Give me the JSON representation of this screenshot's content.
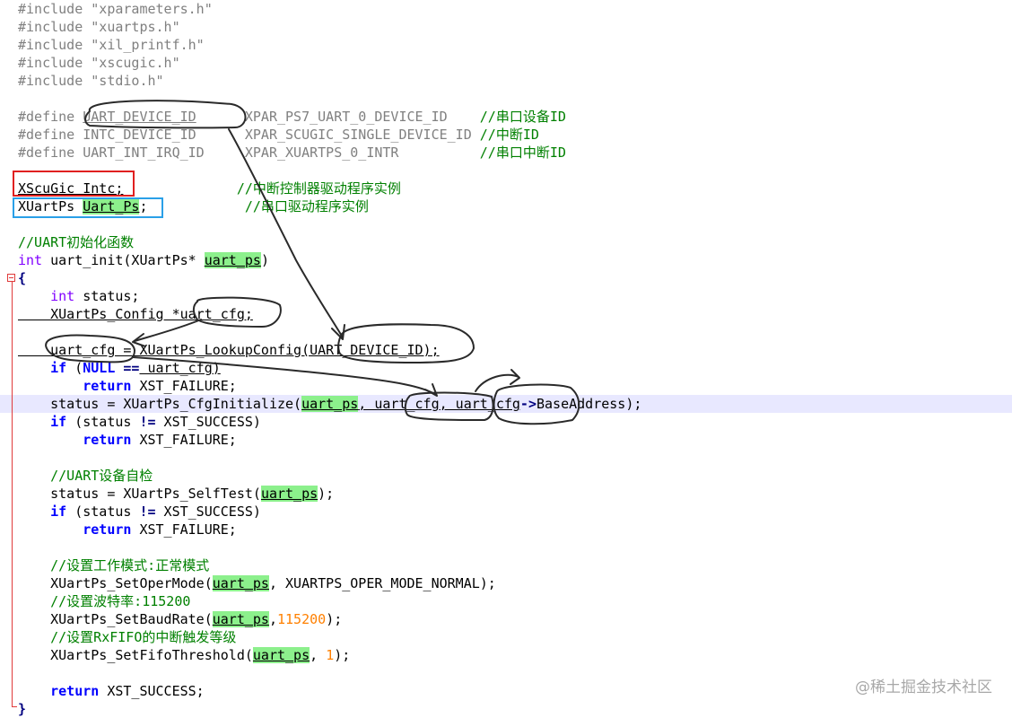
{
  "editor": {
    "lines": {
      "l0": {
        "t0": "#include ",
        "t1": "\"xparameters.h\""
      },
      "l1": {
        "t0": "#include ",
        "t1": "\"xuartps.h\""
      },
      "l2": {
        "t0": "#include ",
        "t1": "\"xil_printf.h\""
      },
      "l3": {
        "t0": "#include ",
        "t1": "\"xscugic.h\""
      },
      "l4": {
        "t0": "#include ",
        "t1": "\"stdio.h\""
      },
      "l6": {
        "t0": "#define ",
        "t1": "UART_DEVICE_ID",
        "t2": "      XPAR_PS7_UART_0_DEVICE_ID    ",
        "t3": "//串口设备ID"
      },
      "l7": {
        "t0": "#define ",
        "t1": "INTC_DEVICE_ID",
        "t2": "      XPAR_SCUGIC_SINGLE_DEVICE_ID ",
        "t3": "//中断ID"
      },
      "l8": {
        "t0": "#define ",
        "t1": "UART_INT_IRQ_ID",
        "t2": "     XPAR_XUARTPS_0_INTR          ",
        "t3": "//串口中断ID"
      },
      "l10": {
        "t0": "XScuGic Intc;",
        "t1": "              ",
        "t2": "//中断控制器驱动程序实例"
      },
      "l11": {
        "t0": "XUartPs ",
        "t1": "Uart_Ps",
        "t2": ";",
        "t3": "            ",
        "t4": "//串口驱动程序实例"
      },
      "l13": {
        "t0": "//UART初始化函数"
      },
      "l14": {
        "t0": "int",
        "t1": " uart_init(XUartPs* ",
        "t2": "uart_ps",
        "t3": ")"
      },
      "l15": {
        "t0": "{"
      },
      "l16": {
        "t0": "    ",
        "t1": "int",
        "t2": " status;"
      },
      "l17": {
        "t0": "    XUartPs_Config *uart_cfg;"
      },
      "l19": {
        "t0": "    uart_cfg = XUartPs_LookupConfig(UART_DEVICE_ID);"
      },
      "l20": {
        "t0": "    ",
        "t1": "if",
        "t2": " (",
        "t3": "NULL",
        "t4": " ",
        "t5": "==",
        "t6": " uart_cfg)"
      },
      "l21": {
        "t0": "        ",
        "t1": "return",
        "t2": " XST_FAILURE;"
      },
      "l22": {
        "t0": "    status = XUartPs_CfgInitialize(",
        "t1": "uart_ps",
        "t2": ", uart_cfg, uart_cfg",
        "t3": "->",
        "t4": "BaseAddress);"
      },
      "l23": {
        "t0": "    ",
        "t1": "if",
        "t2": " (status ",
        "t3": "!=",
        "t4": " XST_SUCCESS)"
      },
      "l24": {
        "t0": "        ",
        "t1": "return",
        "t2": " XST_FAILURE;"
      },
      "l26": {
        "t0": "    ",
        "t1": "//UART设备自检"
      },
      "l27": {
        "t0": "    status = XUartPs_SelfTest(",
        "t1": "uart_ps",
        "t2": ");"
      },
      "l28": {
        "t0": "    ",
        "t1": "if",
        "t2": " (status ",
        "t3": "!=",
        "t4": " XST_SUCCESS)"
      },
      "l29": {
        "t0": "        ",
        "t1": "return",
        "t2": " XST_FAILURE;"
      },
      "l31": {
        "t0": "    ",
        "t1": "//设置工作模式:正常模式"
      },
      "l32": {
        "t0": "    XUartPs_SetOperMode(",
        "t1": "uart_ps",
        "t2": ", XUARTPS_OPER_MODE_NORMAL);"
      },
      "l33": {
        "t0": "    ",
        "t1": "//设置波特率:115200"
      },
      "l34": {
        "t0": "    XUartPs_SetBaudRate(",
        "t1": "uart_ps",
        "t2": ",",
        "t3": "115200",
        "t4": ");"
      },
      "l35": {
        "t0": "    ",
        "t1": "//设置RxFIFO的中断触发等级"
      },
      "l36": {
        "t0": "    XUartPs_SetFifoThreshold(",
        "t1": "uart_ps",
        "t2": ", ",
        "t3": "1",
        "t4": ");"
      },
      "l38": {
        "t0": "    ",
        "t1": "return",
        "t2": " XST_SUCCESS;"
      },
      "l39": {
        "t0": "}"
      }
    }
  },
  "watermark": {
    "text": "@稀土掘金技术社区"
  },
  "colors": {
    "preprocessor": "#808080",
    "comment": "#008000",
    "type_keyword": "#8000ff",
    "control_keyword": "#0000ff",
    "number": "#ff8000",
    "highlight": "#8cf08c",
    "current_line": "#e8e8ff",
    "annotation_red": "#e02020",
    "annotation_blue": "#2aa0e8",
    "ink": "#2a2a2a"
  }
}
